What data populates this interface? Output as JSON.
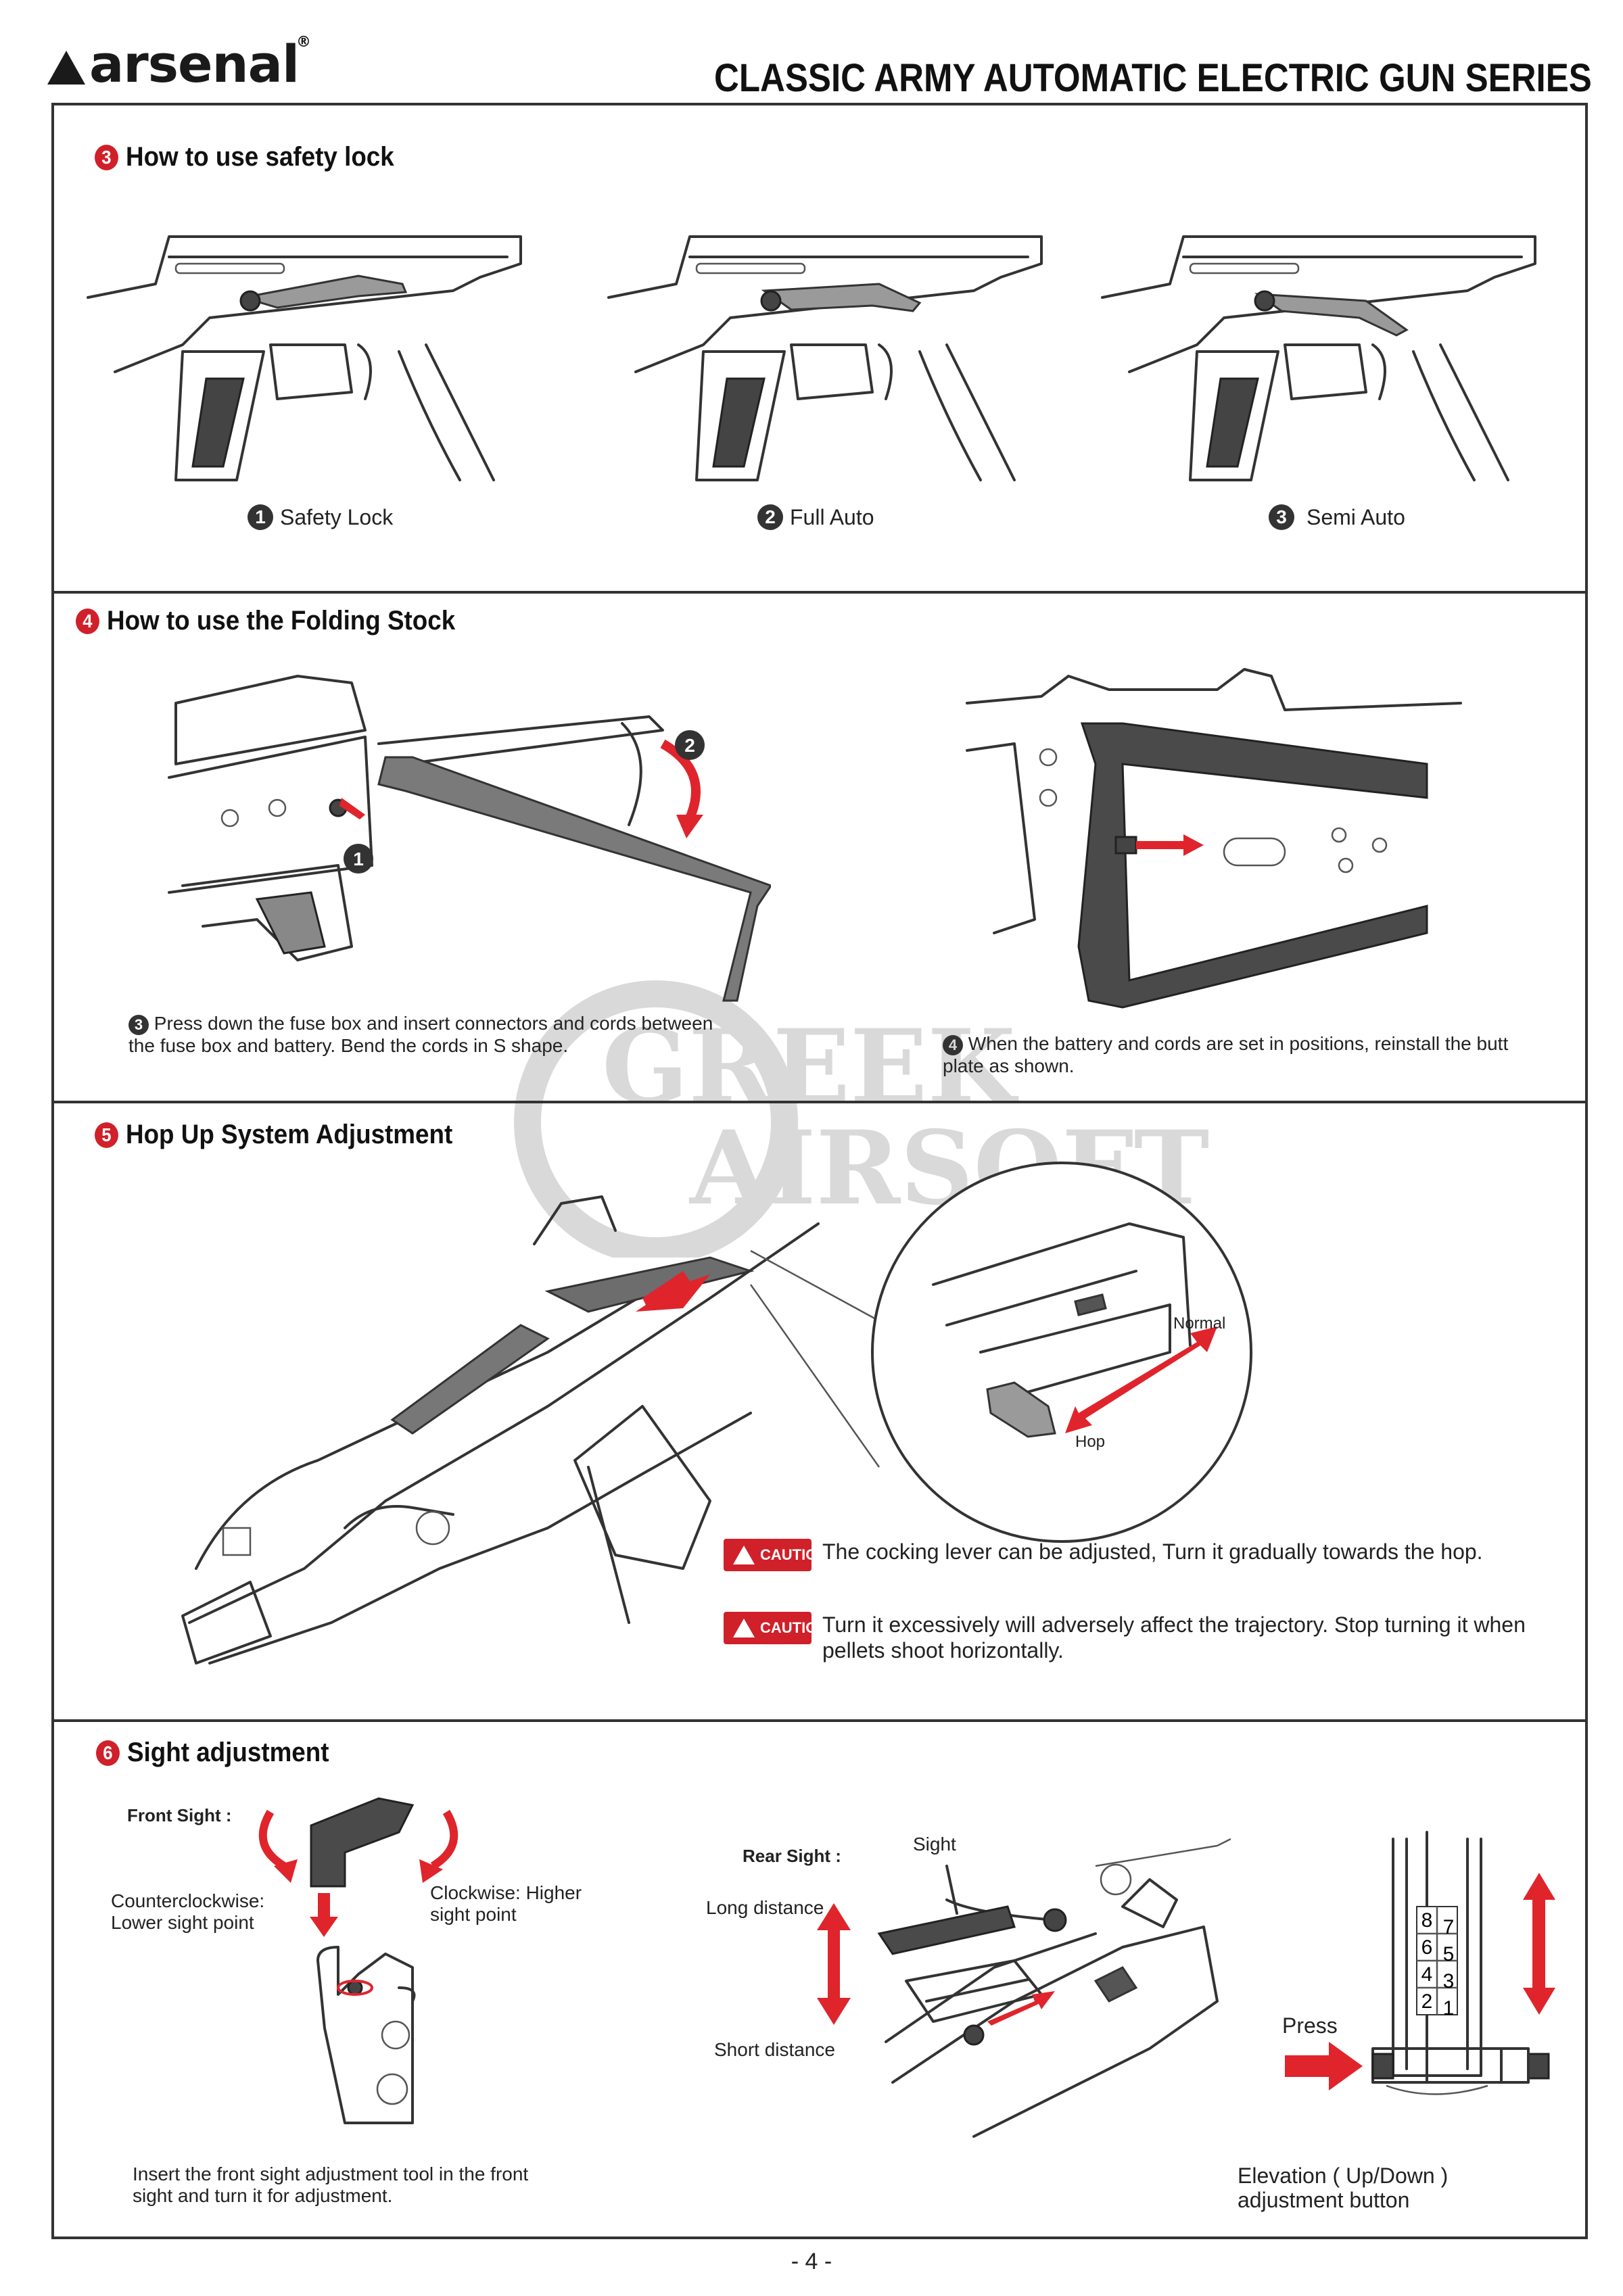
{
  "header": {
    "brand": "arsenal",
    "series_title": "CLASSIC ARMY AUTOMATIC ELECTRIC GUN SERIES"
  },
  "section3": {
    "number": "3",
    "title": "How to use safety lock",
    "positions": [
      {
        "num": "1",
        "label": "Safety Lock"
      },
      {
        "num": "2",
        "label": "Full Auto"
      },
      {
        "num": "3",
        "label": "Semi Auto"
      }
    ]
  },
  "section4": {
    "number": "4",
    "title": "How to use the Folding Stock",
    "step1_num": "1",
    "step2_num": "2",
    "step3_num": "3",
    "step3_text": "Press down the fuse box and insert connectors and cords between the fuse box and battery. Bend the cords in S shape.",
    "step4_num": "4",
    "step4_text": "When the battery and cords are set in positions, reinstall the butt plate as shown."
  },
  "section5": {
    "number": "5",
    "title": "Hop Up System Adjustment",
    "label_normal": "Normal",
    "label_hop": "Hop",
    "caution_label": "CAUTION",
    "caution1": "The cocking lever can be adjusted, Turn it gradually towards the hop.",
    "caution2": "Turn it excessively will adversely affect the trajectory. Stop turning it when pellets shoot horizontally."
  },
  "section6": {
    "number": "6",
    "title": "Sight adjustment",
    "front_sight_label": "Front Sight :",
    "ccw_text": "Counterclockwise: Lower sight point",
    "cw_text": "Clockwise: Higher sight point",
    "front_instruction": "Insert the front sight adjustment tool in the front sight and turn it for adjustment.",
    "rear_sight_label": "Rear Sight :",
    "sight_label": "Sight",
    "long_distance": "Long distance",
    "short_distance": "Short distance",
    "press_label": "Press",
    "elevation_text": "Elevation ( Up/Down ) adjustment button",
    "scale_left": [
      "8",
      "6",
      "4",
      "2"
    ],
    "scale_right": [
      "7",
      "5",
      "3",
      "1"
    ]
  },
  "watermark": {
    "line1": "GREEK",
    "line2": "AIRSOFT"
  },
  "footer": {
    "page": "- 4 -"
  },
  "colors": {
    "accent_red": "#e0242c",
    "frame": "#333333"
  }
}
